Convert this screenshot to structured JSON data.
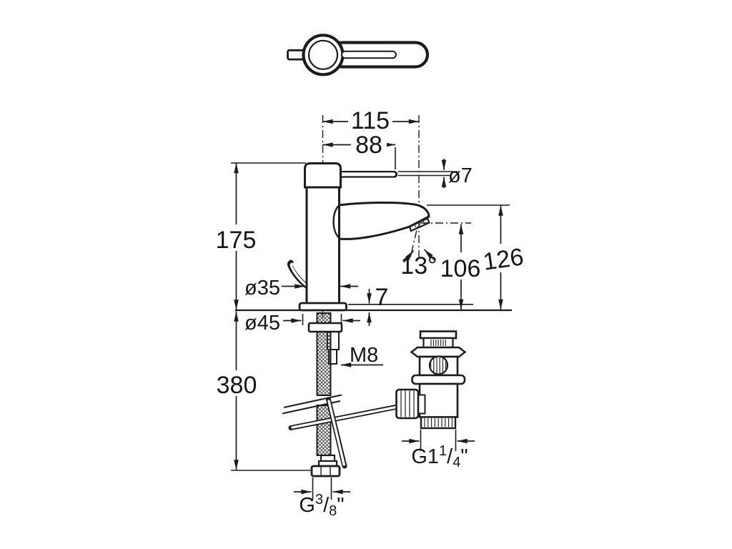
{
  "drawing": {
    "kind": "single-lever basin mixer installation dimension drawing",
    "background": "#ffffff",
    "line_color": "#1c1c1c",
    "labels": {
      "width_total": "115",
      "width_handle": "88",
      "handle_dia": "ø7",
      "height_body": "175",
      "body_dia": "ø35",
      "base_dia": "ø45",
      "deck_clearance": "7",
      "spout_angle": "13°",
      "outlet_height": "106",
      "spout_top_height": "126",
      "hose_length": "380",
      "stud_thread": "M8",
      "drain_thread_prefix": "G1",
      "drain_thread_sup": "1",
      "drain_thread_slash": "/",
      "drain_thread_sub": "4",
      "drain_thread_quote": "\"",
      "hose_thread_prefix": "G",
      "hose_thread_sup": "3",
      "hose_thread_slash": "/",
      "hose_thread_sub": "8",
      "hose_thread_quote": "\""
    }
  }
}
